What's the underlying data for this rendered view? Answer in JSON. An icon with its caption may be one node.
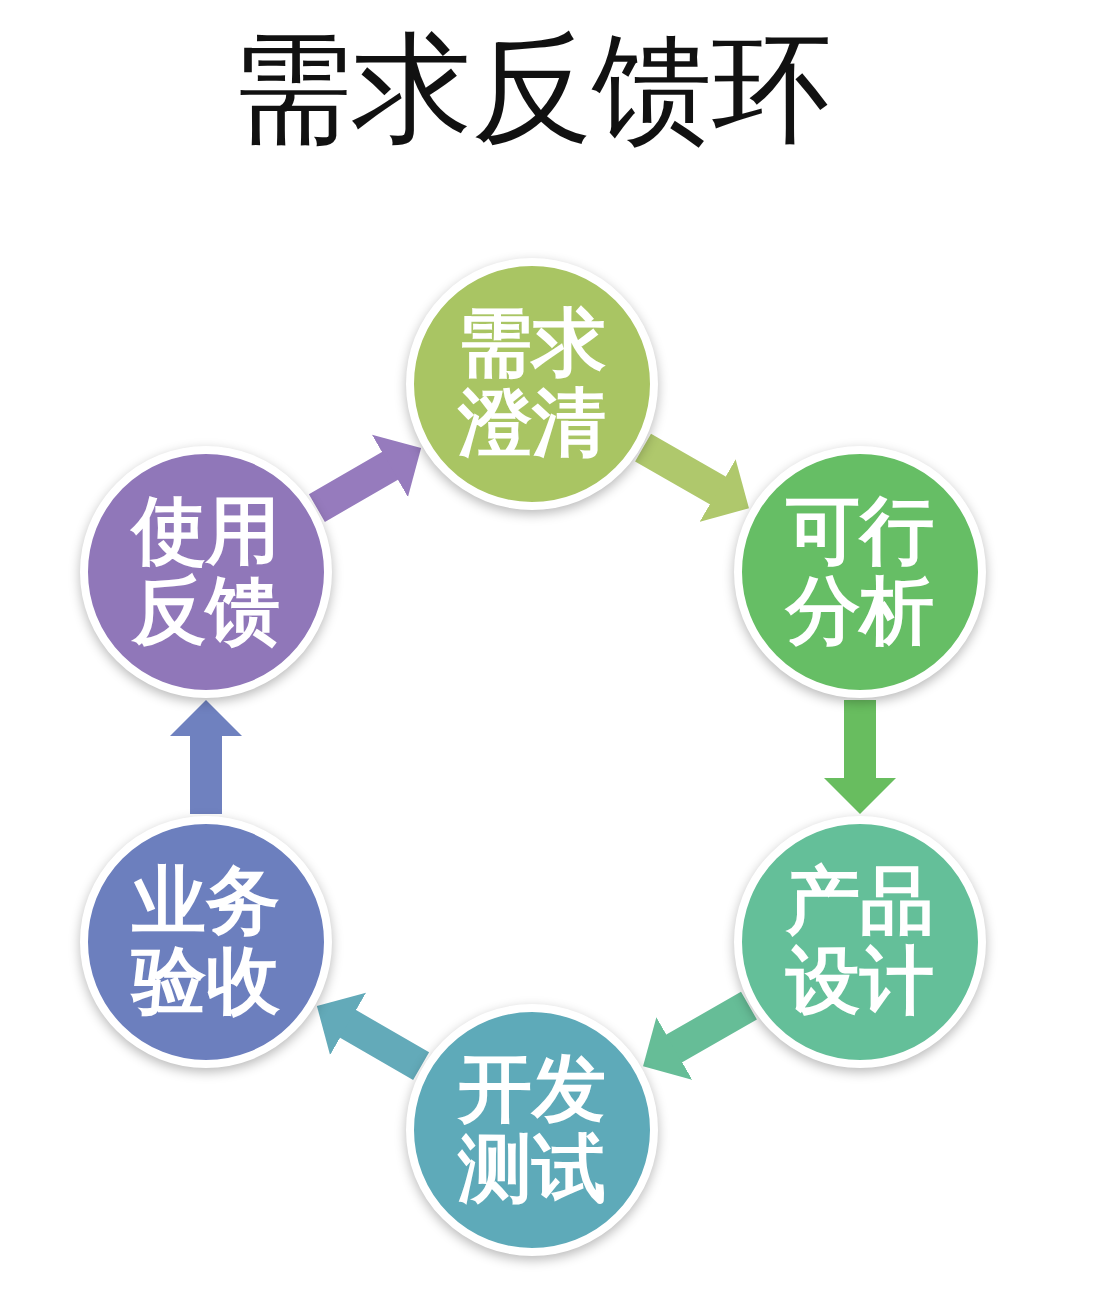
{
  "diagram": {
    "title": "需求反馈环",
    "nodes": [
      {
        "text": [
          "需求澄清"
        ]
      },
      {
        "text": [
          "可行分析"
        ]
      },
      {
        "text": [
          "产品设计"
        ]
      },
      {
        "text": [
          "开发测试"
        ]
      },
      {
        "text": [
          "业务验收"
        ]
      },
      {
        "text": [
          "使用反馈"
        ]
      }
    ],
    "edges": [
      {
        "from": 0,
        "to": 1,
        "arrow": "to",
        "color": "#afc86c"
      },
      {
        "from": 1,
        "to": 2,
        "arrow": "to",
        "color": "#68bd5f"
      },
      {
        "from": 2,
        "to": 3,
        "arrow": "to",
        "color": "#66bd97"
      },
      {
        "from": 3,
        "to": 4,
        "arrow": "to",
        "color": "#63aab9"
      },
      {
        "from": 4,
        "to": 5,
        "arrow": "to",
        "color": "#6f81bf"
      },
      {
        "from": 5,
        "to": 0,
        "arrow": "to",
        "color": "#967bbd"
      }
    ]
  }
}
